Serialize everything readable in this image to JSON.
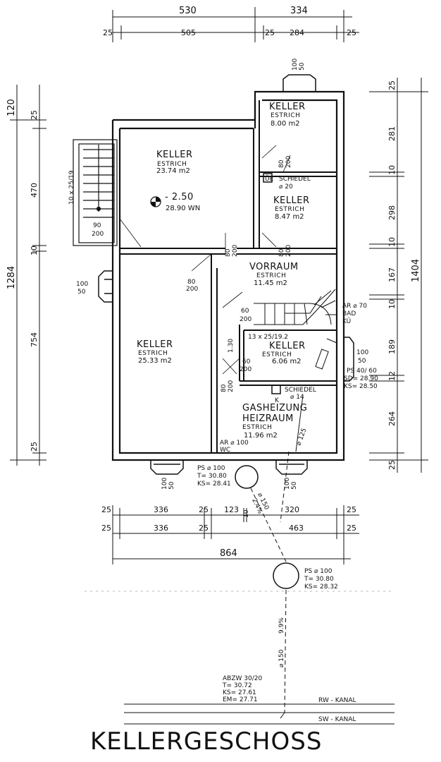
{
  "top_dims": {
    "d530": "530",
    "d334": "334",
    "d25a": "25",
    "d505": "505",
    "d25b": "25",
    "d284": "284",
    "d25c": "25"
  },
  "chimney_top": {
    "a": "100",
    "b": "50"
  },
  "left_dims": {
    "d120": "120",
    "d25": "25",
    "d470": "470",
    "d10": "10",
    "d1284": "1284",
    "d754": "754",
    "d25b": "25",
    "stair": "10 x 25/19"
  },
  "right_dims": {
    "d25": "25",
    "d281": "281",
    "d10a": "10",
    "d298": "298",
    "d10b": "10",
    "d1404": "1404",
    "d167": "167",
    "d10c": "10",
    "d189": "189",
    "d12": "12",
    "d264": "264",
    "d25b": "25"
  },
  "rooms": {
    "keller_nw": {
      "name": "KELLER",
      "floor": "ESTRICH",
      "area": "23.74 m2",
      "level": "- 2.50",
      "wn": "28.90 WN"
    },
    "keller_ne": {
      "name": "KELLER",
      "floor": "ESTRICH",
      "area": "8.00 m2"
    },
    "keller_e": {
      "name": "KELLER",
      "floor": "ESTRICH",
      "area": "8.47 m2"
    },
    "vorraum": {
      "name": "VORRAUM",
      "floor": "ESTRICH",
      "area": "11.45 m2"
    },
    "keller_w": {
      "name": "KELLER",
      "floor": "ESTRICH",
      "area": "25.33 m2"
    },
    "keller_c": {
      "name": "KELLER",
      "floor": "ESTRICH",
      "area": "6.06 m2",
      "stair": "13 x 25/19.2"
    },
    "heiz": {
      "name1": "GASHEIZUNG",
      "name2": "HEIZRAUM",
      "floor": "ESTRICH",
      "area": "11.96 m2"
    }
  },
  "doors": {
    "d90": "90",
    "d200": "200",
    "d80a": "80",
    "d200a": "200",
    "d80b": "80",
    "d200b": "200",
    "d80c": "80",
    "d200c": "200",
    "d80d": "80",
    "d200d": "200",
    "d60a": "60",
    "d200e": "200",
    "d60b": "60",
    "d200f": "200",
    "d130": "1.30",
    "d80e": "80",
    "d200g": "200"
  },
  "notes": {
    "schiedel1a": "ÜE",
    "schiedel1b": "SCHIEDEL",
    "schiedel1c": "⌀ 20",
    "schiedel2": "SCHIEDEL",
    "schiedel2b": "⌀ 14",
    "k": "K",
    "ar70": "AR ⌀ 70",
    "bad": "BAD",
    "ku": "KÜ",
    "ps40": "PS 40/ 60",
    "sd": "SD= 28.90",
    "ks": "KS= 28.50",
    "arwc1": "AR ⌀ 100",
    "arwc2": "WC",
    "d100r": "100",
    "d50r": "50",
    "d100l": "100",
    "d50l": "50",
    "pipe125": "⌀ 125"
  },
  "ps1": {
    "l1": "PS ⌀ 100",
    "l2": "T= 30.80",
    "l3": "KS= 28.41"
  },
  "bottom_window": {
    "a": "100",
    "b": "50",
    "c": "100",
    "d": "50"
  },
  "pipe_diag": {
    "a": "2.4%",
    "b": "⌀ 150"
  },
  "bottom_dims": {
    "r1a": "25",
    "r1b": "336",
    "r1c": "25",
    "r1d": "123",
    "r1e": "10",
    "r1f": "320",
    "r1g": "25",
    "r2a": "25",
    "r2b": "336",
    "r2c": "25",
    "r2d": "463",
    "r2e": "25",
    "total": "864"
  },
  "ps2": {
    "l1": "PS ⌀ 100",
    "l2": "T= 30.80",
    "l3": "KS= 28.32"
  },
  "slope": {
    "a": "9.9%",
    "b": "⌀ 150"
  },
  "abzw": {
    "l1": "ABZW 30/20",
    "l2": "T= 30.72",
    "l3": "KS= 27.61",
    "l4": "EM= 27.71"
  },
  "kanal": {
    "rw": "RW - KANAL",
    "sw": "SW - KANAL"
  },
  "title": "KELLERGESCHOSS"
}
